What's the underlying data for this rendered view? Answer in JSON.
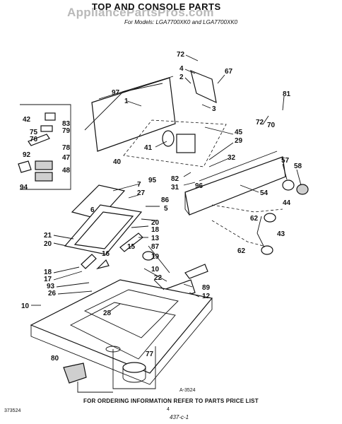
{
  "header": {
    "title": "TOP AND CONSOLE PARTS",
    "watermark": "AppliancePartsPros.com",
    "models": "For Models: LGA7700XK0 and LGA7700XK0"
  },
  "footer": {
    "ref_code": "A-3524",
    "note": "FOR ORDERING INFORMATION REFER TO PARTS PRICE LIST",
    "page_number": "4",
    "left_code": "373524",
    "handwritten": "437-c-1"
  },
  "callouts": [
    {
      "id": "c72a",
      "text": "72"
    },
    {
      "id": "c4",
      "text": "4"
    },
    {
      "id": "c67",
      "text": "67"
    },
    {
      "id": "c2",
      "text": "2"
    },
    {
      "id": "c3",
      "text": "3"
    },
    {
      "id": "c97",
      "text": "97"
    },
    {
      "id": "c1",
      "text": "1"
    },
    {
      "id": "c81",
      "text": "81"
    },
    {
      "id": "c72b",
      "text": "72"
    },
    {
      "id": "c70",
      "text": "70"
    },
    {
      "id": "c45",
      "text": "45"
    },
    {
      "id": "c29",
      "text": "29"
    },
    {
      "id": "c41",
      "text": "41"
    },
    {
      "id": "c40",
      "text": "40"
    },
    {
      "id": "c32",
      "text": "32"
    },
    {
      "id": "c42",
      "text": "42"
    },
    {
      "id": "c83",
      "text": "83"
    },
    {
      "id": "c75",
      "text": "75"
    },
    {
      "id": "c79",
      "text": "79"
    },
    {
      "id": "c76",
      "text": "76"
    },
    {
      "id": "c92",
      "text": "92"
    },
    {
      "id": "c78",
      "text": "78"
    },
    {
      "id": "c47",
      "text": "47"
    },
    {
      "id": "c48",
      "text": "48"
    },
    {
      "id": "c94",
      "text": "94"
    },
    {
      "id": "c57",
      "text": "57"
    },
    {
      "id": "c58",
      "text": "58"
    },
    {
      "id": "c82",
      "text": "82"
    },
    {
      "id": "c95",
      "text": "95"
    },
    {
      "id": "c31",
      "text": "31"
    },
    {
      "id": "c96",
      "text": "96"
    },
    {
      "id": "c7",
      "text": "7"
    },
    {
      "id": "c27",
      "text": "27"
    },
    {
      "id": "c86",
      "text": "86"
    },
    {
      "id": "c5",
      "text": "5"
    },
    {
      "id": "c54",
      "text": "54"
    },
    {
      "id": "c44",
      "text": "44"
    },
    {
      "id": "c6",
      "text": "6"
    },
    {
      "id": "c62a",
      "text": "62"
    },
    {
      "id": "c20a",
      "text": "20"
    },
    {
      "id": "c18a",
      "text": "18"
    },
    {
      "id": "c21",
      "text": "21"
    },
    {
      "id": "c20b",
      "text": "20"
    },
    {
      "id": "c13",
      "text": "13"
    },
    {
      "id": "c87",
      "text": "87"
    },
    {
      "id": "c43",
      "text": "43"
    },
    {
      "id": "c16",
      "text": "16"
    },
    {
      "id": "c15",
      "text": "15"
    },
    {
      "id": "c19",
      "text": "19"
    },
    {
      "id": "c62b",
      "text": "62"
    },
    {
      "id": "c18b",
      "text": "18"
    },
    {
      "id": "c17",
      "text": "17"
    },
    {
      "id": "c93",
      "text": "93"
    },
    {
      "id": "c26",
      "text": "26"
    },
    {
      "id": "c10a",
      "text": "10"
    },
    {
      "id": "c22",
      "text": "22"
    },
    {
      "id": "c89",
      "text": "89"
    },
    {
      "id": "c12",
      "text": "12"
    },
    {
      "id": "c10b",
      "text": "10"
    },
    {
      "id": "c28",
      "text": "28"
    },
    {
      "id": "c80",
      "text": "80"
    },
    {
      "id": "c77",
      "text": "77"
    }
  ]
}
